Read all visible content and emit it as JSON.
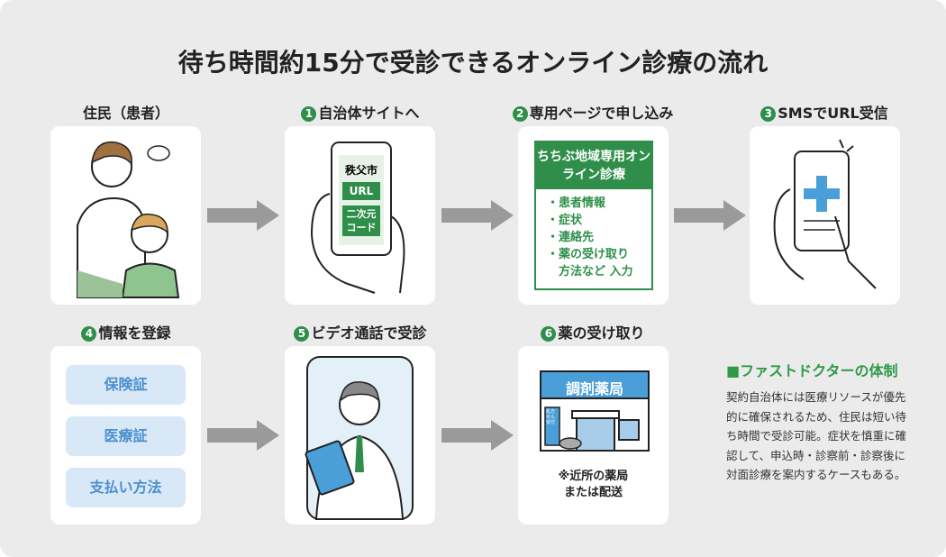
{
  "title": "待ち時間約15分で受診できるオンライン診療の流れ",
  "steps": [
    {
      "num": "",
      "label": "住民（患者）"
    },
    {
      "num": "1",
      "label": "自治体サイトへ",
      "phone": {
        "city": "秩父市",
        "url": "URL",
        "code": "二次元コード"
      }
    },
    {
      "num": "2",
      "label": "専用ページで申し込み",
      "box_title": "ちちぶ地域専用オンライン診療",
      "items": [
        "・患者情報",
        "・症状",
        "・連絡先",
        "・薬の受け取り",
        "　方法など 入力"
      ]
    },
    {
      "num": "3",
      "label": "SMSでURL受信"
    },
    {
      "num": "4",
      "label": "情報を登録",
      "pills": [
        "保険証",
        "医療証",
        "支払い方法"
      ]
    },
    {
      "num": "5",
      "label": "ビデオ通話で受診"
    },
    {
      "num": "6",
      "label": "薬の受け取り",
      "sign": "調剤薬局",
      "side_sign": "処方せん受付",
      "note1": "※近所の薬局",
      "note2": "または配送"
    }
  ],
  "side": {
    "heading": "■ファストドクターの体制",
    "text": "契約自治体には医療リソースが優先的に確保されるため、住民は短い待ち時間で受診可能。症状を慎重に確認して、申込時・診察前・診察後に対面診療を案内するケースもある。"
  },
  "colors": {
    "green": "#2f8f4a",
    "blue": "#4a9fd8",
    "arrow": "#9a9a9a",
    "background": "#ebebeb"
  }
}
